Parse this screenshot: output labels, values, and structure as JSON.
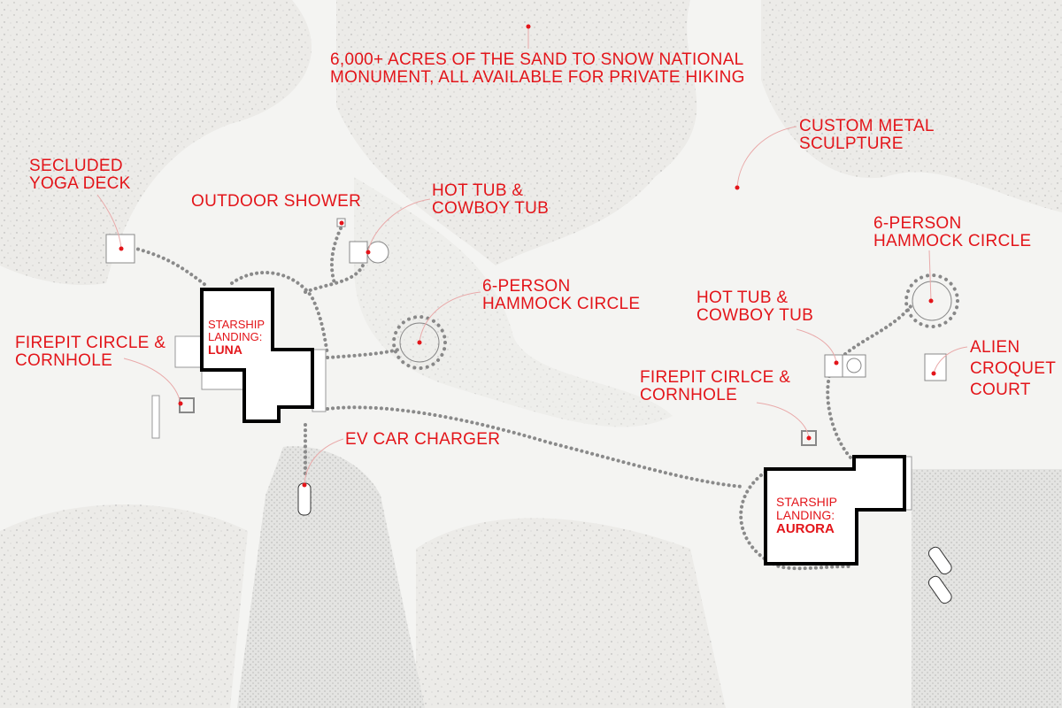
{
  "colors": {
    "label": "#e3151a",
    "building_outline": "#000000",
    "path": "#8a8a8a",
    "background": "#f4f4f2"
  },
  "labels": {
    "monument": {
      "line1": "6,000+ ACRES OF THE SAND TO SNOW NATIONAL",
      "line2": "MONUMENT, ALL AVAILABLE FOR PRIVATE HIKING"
    },
    "sculpture": {
      "line1": "CUSTOM METAL",
      "line2": "SCULPTURE"
    },
    "yoga": {
      "line1": "SECLUDED",
      "line2": "YOGA DECK"
    },
    "shower": {
      "line1": "OUTDOOR SHOWER"
    },
    "hot_tub_luna": {
      "line1": "HOT TUB &",
      "line2": "COWBOY TUB"
    },
    "hammock_luna": {
      "line1": "6-PERSON",
      "line2": "HAMMOCK CIRCLE"
    },
    "firepit_luna": {
      "line1": "FIREPIT CIRCLE &",
      "line2": "CORNHOLE"
    },
    "ev_charger": {
      "line1": "EV CAR CHARGER"
    },
    "hammock_aurora": {
      "line1": "6-PERSON",
      "line2": "HAMMOCK CIRCLE"
    },
    "hot_tub_aurora": {
      "line1": "HOT TUB &",
      "line2": "COWBOY TUB"
    },
    "croquet": {
      "line1": "ALIEN",
      "line2": "CROQUET",
      "line3": "COURT"
    },
    "firepit_aurora": {
      "line1": "FIREPIT CIRLCE &",
      "line2": "CORNHOLE"
    }
  },
  "buildings": {
    "luna": {
      "line1": "STARSHIP",
      "line2": "LANDING:",
      "name": "LUNA"
    },
    "aurora": {
      "line1": "STARSHIP",
      "line2": "LANDING:",
      "name": "AURORA"
    }
  }
}
